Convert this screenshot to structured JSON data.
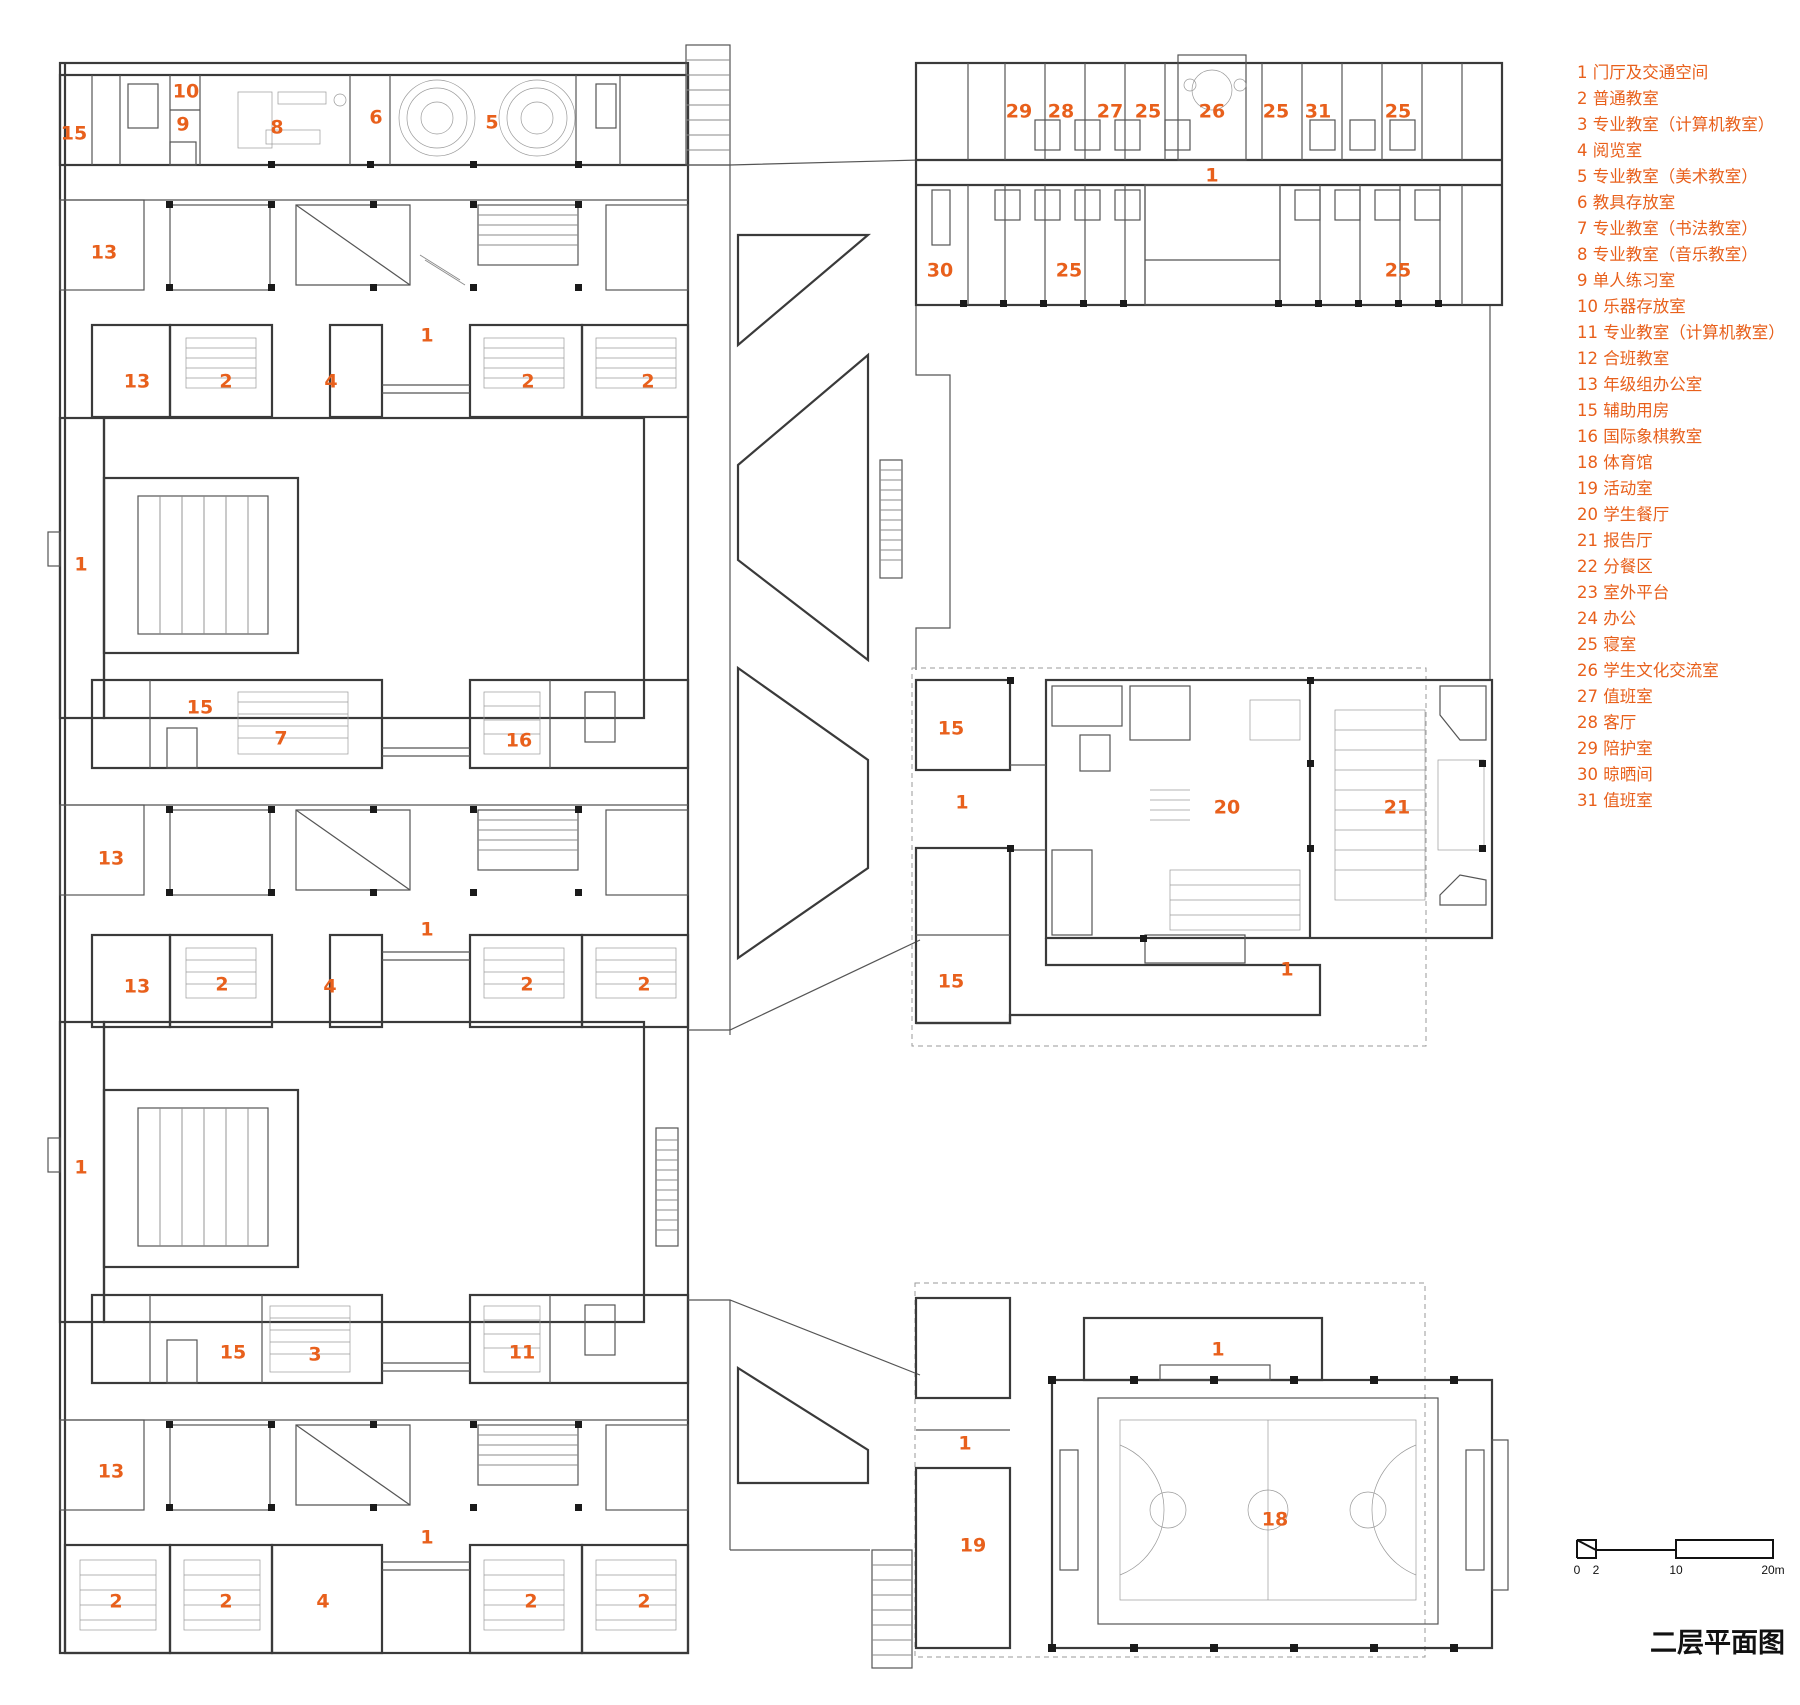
{
  "title": "二层平面图",
  "accent_color": "#e8601c",
  "legend": [
    "1 门厅及交通空间",
    "2 普通教室",
    "3 专业教室（计算机教室）",
    "4 阅览室",
    "5 专业教室（美术教室）",
    "6 教具存放室",
    "7 专业教室（书法教室）",
    "8 专业教室（音乐教室）",
    "9 单人练习室",
    "10 乐器存放室",
    "11 专业教室（计算机教室）",
    "12 合班教室",
    "13 年级组办公室",
    "15 辅助用房",
    "16 国际象棋教室",
    "18 体育馆",
    "19 活动室",
    "20 学生餐厅",
    "21 报告厅",
    "22 分餐区",
    "23 室外平台",
    "24 办公",
    "25 寝室",
    "26 学生文化交流室",
    "27 值班室",
    "28 客厅",
    "29 陪护室",
    "30 晾晒间",
    "31 值班室"
  ],
  "scale_bar": {
    "ticks": [
      "0",
      "2",
      "10",
      "20m"
    ]
  },
  "rooms": {
    "west": [
      "15",
      "10",
      "9",
      "8",
      "6",
      "5",
      "13",
      "13",
      "2",
      "4",
      "1",
      "2",
      "2",
      "1",
      "15",
      "7",
      "16",
      "13",
      "1",
      "13",
      "2",
      "4",
      "2",
      "2",
      "1",
      "15",
      "3",
      "11",
      "13",
      "1",
      "2",
      "2",
      "4",
      "2",
      "2"
    ],
    "dorm": [
      "29",
      "28",
      "27",
      "25",
      "26",
      "25",
      "31",
      "25",
      "1",
      "30",
      "25",
      "25"
    ],
    "dining": [
      "15",
      "1",
      "15",
      "20",
      "21",
      "1"
    ],
    "gym": [
      "1",
      "1",
      "19",
      "18"
    ]
  }
}
